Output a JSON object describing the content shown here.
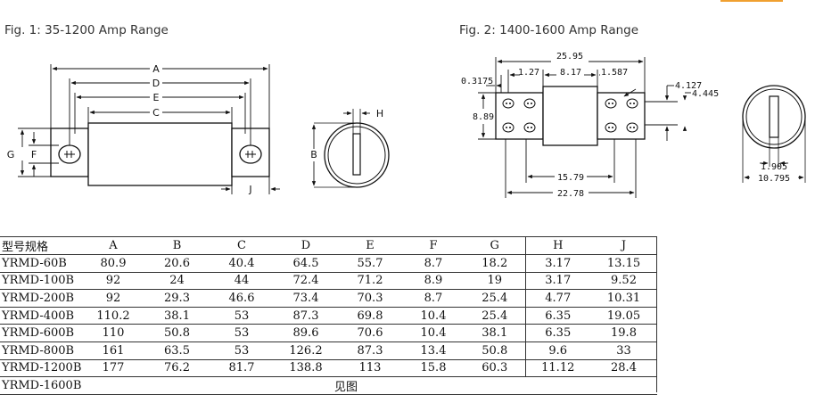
{
  "fig1": {
    "title": "Fig. 1: 35-1200 Amp Range",
    "labels": {
      "A": "A",
      "B": "B",
      "C": "C",
      "D": "D",
      "E": "E",
      "F": "F",
      "G": "G",
      "H": "H",
      "J": "J"
    }
  },
  "fig2": {
    "title": "Fig. 2: 1400-1600 Amp Range",
    "dims": {
      "d1": "25.95",
      "d2": "0.3175",
      "d3": "1.27",
      "d4": "8.17",
      "d5": "1.587",
      "d6": "4.127",
      "d7": "4.445",
      "d8": "8.89",
      "d9": "15.79",
      "d10": "22.78",
      "d11": "1.905",
      "d12": "10.795"
    }
  },
  "table": {
    "headers": [
      "型号规格",
      "A",
      "B",
      "C",
      "D",
      "E",
      "F",
      "G",
      "H",
      "J"
    ],
    "rows": [
      [
        "YRMD-60B",
        "80.9",
        "20.6",
        "40.4",
        "64.5",
        "55.7",
        "8.7",
        "18.2",
        "3.17",
        "13.15"
      ],
      [
        "YRMD-100B",
        "92",
        "24",
        "44",
        "72.4",
        "71.2",
        "8.9",
        "19",
        "3.17",
        "9.52"
      ],
      [
        "YRMD-200B",
        "92",
        "29.3",
        "46.6",
        "73.4",
        "70.3",
        "8.7",
        "25.4",
        "4.77",
        "10.31"
      ],
      [
        "YRMD-400B",
        "110.2",
        "38.1",
        "53",
        "87.3",
        "69.8",
        "10.4",
        "25.4",
        "6.35",
        "19.05"
      ],
      [
        "YRMD-600B",
        "110",
        "50.8",
        "53",
        "89.6",
        "70.6",
        "10.4",
        "38.1",
        "6.35",
        "19.8"
      ],
      [
        "YRMD-800B",
        "161",
        "63.5",
        "53",
        "126.2",
        "87.3",
        "13.4",
        "50.8",
        "9.6",
        "33"
      ],
      [
        "YRMD-1200B",
        "177",
        "76.2",
        "81.7",
        "138.8",
        "113",
        "15.8",
        "60.3",
        "11.12",
        "28.4"
      ]
    ],
    "last_row": {
      "model": "YRMD-1600B",
      "note": "见图"
    }
  }
}
